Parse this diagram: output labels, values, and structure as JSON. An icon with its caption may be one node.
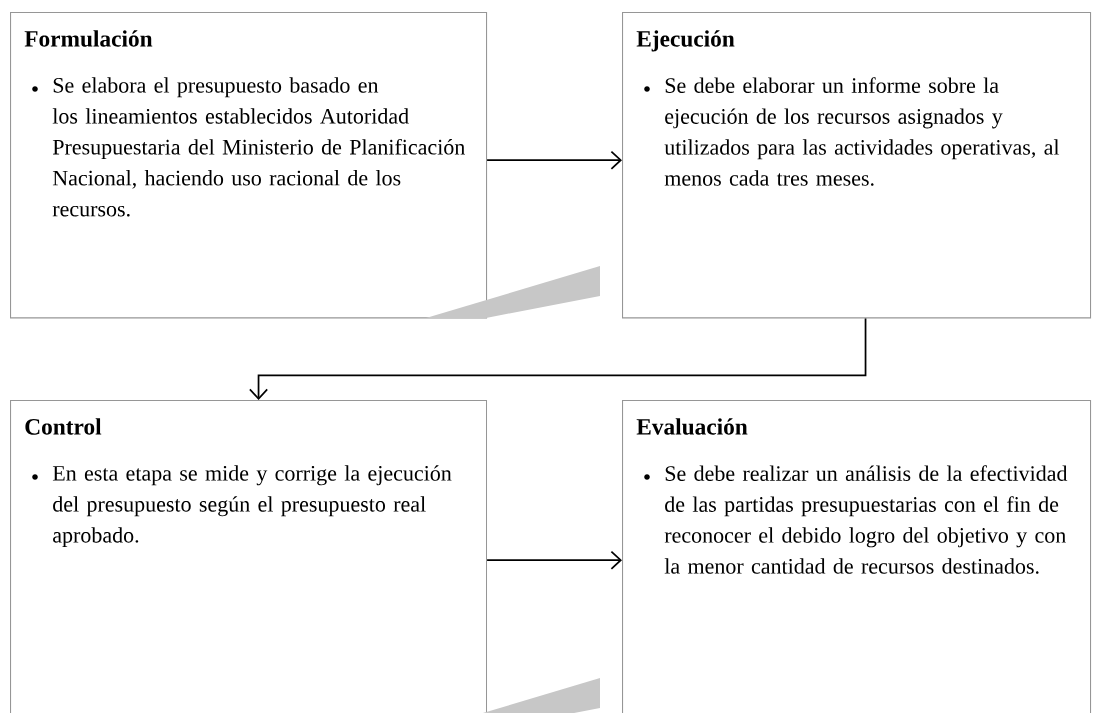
{
  "diagram": {
    "nodes": [
      {
        "text": [
          "Formulación",
          "Se elabora el presupuesto basado en los lineamientos establecidos Autoridad Presupuestaria del Ministerio de Planificación Nacional, haciendo uso racional de los recursos."
        ]
      },
      {
        "text": [
          "Ejecución",
          "Se debe elaborar un informe sobre la ejecución de los recursos asignados y utilizados para las actividades operativas, al menos cada tres meses."
        ]
      },
      {
        "text": [
          "Control",
          "En esta etapa se mide y corrige la ejecución del presupuesto según el presupuesto real aprobado."
        ]
      },
      {
        "text": [
          "Evaluación",
          "Se debe realizar un análisis de la efectividad de las partidas presupuestarias con el fin de reconocer el debido logro del objetivo y con la menor cantidad de recursos destinados."
        ]
      }
    ],
    "edges": [
      {
        "from": 0,
        "to": 1,
        "arrow": "to"
      },
      {
        "from": 1,
        "to": 2,
        "arrow": "to"
      },
      {
        "from": 2,
        "to": 3,
        "arrow": "to"
      }
    ]
  }
}
